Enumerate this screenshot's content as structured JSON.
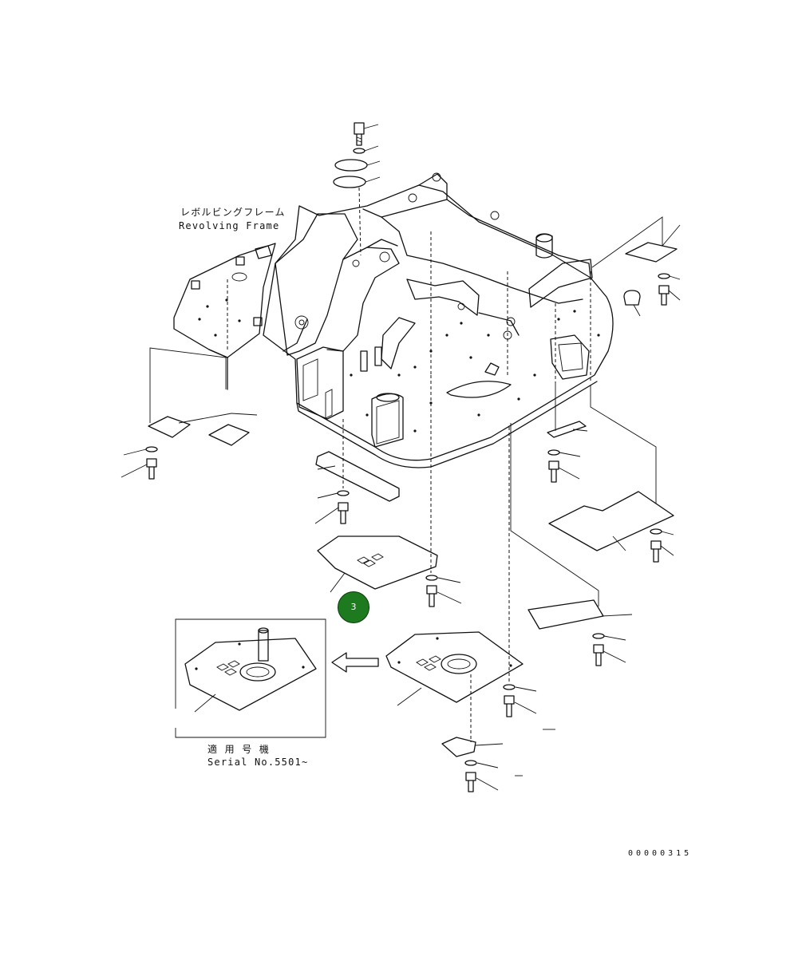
{
  "labels": {
    "frame_name_jp": "レボルビングフレーム",
    "frame_name_en": "Revolving Frame",
    "applicable_jp": "適 用 号 機",
    "serial": "Serial No.5501~",
    "drawing_code": "00000315"
  },
  "callout": {
    "number": "3",
    "color": "#1e7a1e"
  },
  "arrow_icon": "arrow-left-icon"
}
